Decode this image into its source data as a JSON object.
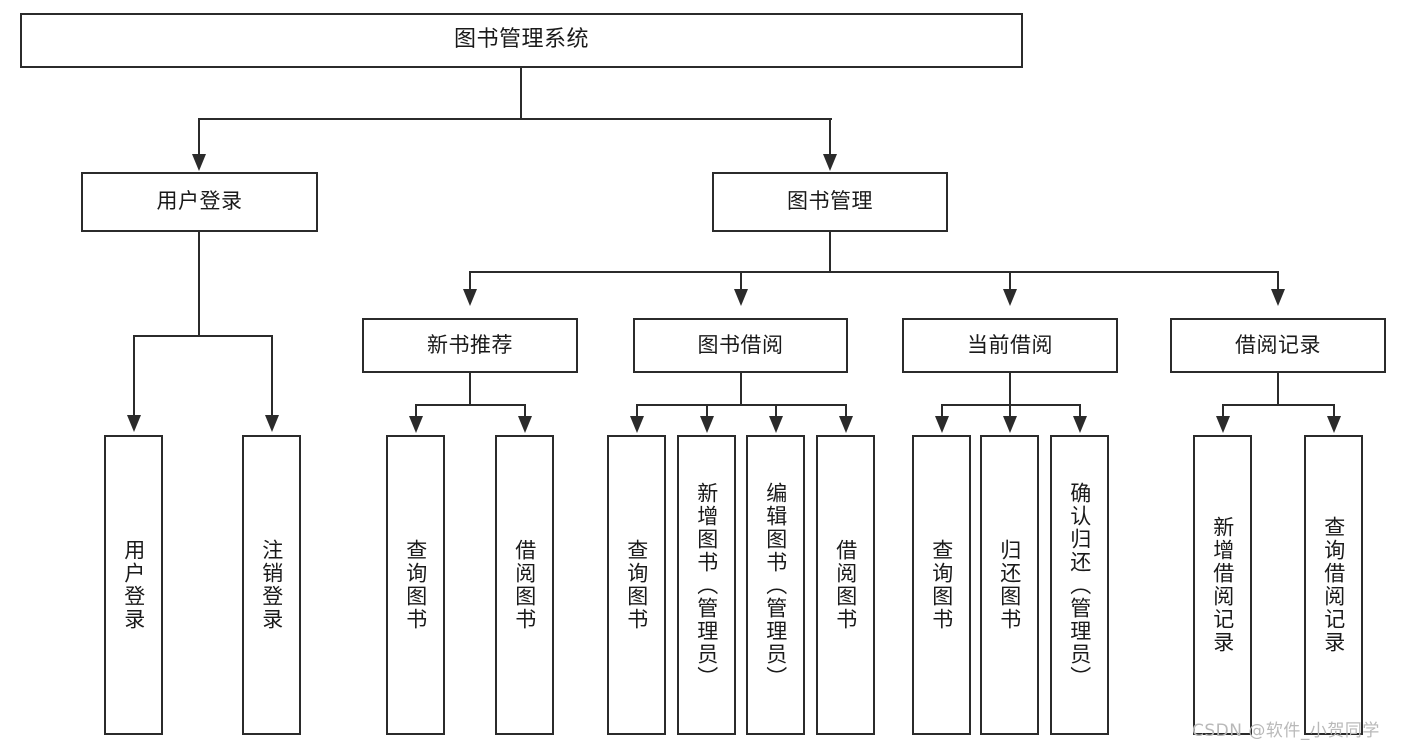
{
  "diagram": {
    "title": "图书管理系统",
    "type": "hierarchy-tree",
    "root": {
      "label": "图书管理系统",
      "orientation": "horizontal"
    },
    "level2": [
      {
        "label": "用户登录",
        "orientation": "horizontal"
      },
      {
        "label": "图书管理",
        "orientation": "horizontal"
      }
    ],
    "level3": [
      {
        "label": "新书推荐",
        "orientation": "horizontal",
        "parent": "图书管理"
      },
      {
        "label": "图书借阅",
        "orientation": "horizontal",
        "parent": "图书管理"
      },
      {
        "label": "当前借阅",
        "orientation": "horizontal",
        "parent": "图书管理"
      },
      {
        "label": "借阅记录",
        "orientation": "horizontal",
        "parent": "图书管理"
      }
    ],
    "leaves": {
      "user_login": [
        {
          "label": "用户登录",
          "orientation": "vertical"
        },
        {
          "label": "注销登录",
          "orientation": "vertical"
        }
      ],
      "new_book_recommend": [
        {
          "label": "查询图书",
          "orientation": "vertical"
        },
        {
          "label": "借阅图书",
          "orientation": "vertical"
        }
      ],
      "book_borrow": [
        {
          "label": "查询图书",
          "orientation": "vertical"
        },
        {
          "label": "新增图书（管理员）",
          "orientation": "vertical"
        },
        {
          "label": "编辑图书（管理员）",
          "orientation": "vertical"
        },
        {
          "label": "借阅图书",
          "orientation": "vertical"
        }
      ],
      "current_borrow": [
        {
          "label": "查询图书",
          "orientation": "vertical"
        },
        {
          "label": "归还图书",
          "orientation": "vertical"
        },
        {
          "label": "确认归还（管理员）",
          "orientation": "vertical"
        }
      ],
      "borrow_record": [
        {
          "label": "新增借阅记录",
          "orientation": "vertical"
        },
        {
          "label": "查询借阅记录",
          "orientation": "vertical"
        }
      ]
    },
    "colors": {
      "border": "#2b2b2b",
      "background": "#ffffff",
      "text": "#1a1a1a",
      "watermark": "#b9b9b9"
    }
  },
  "watermark": {
    "text": "CSDN @软件_小贺同学"
  }
}
